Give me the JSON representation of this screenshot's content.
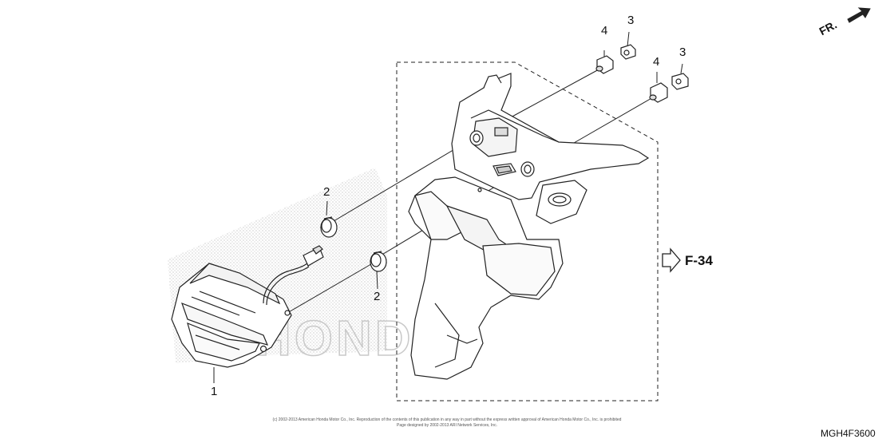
{
  "direction_label": "FR.",
  "page_ref": "F-34",
  "diagram_code": "MGH4F3600",
  "watermark": "HONDA",
  "copyright": "(c) 2002-2013 American Honda Motor Co., Inc. Reproduction of the contents of this publication in any way in part without the express written approval of American Honda Motor Co., Inc. is prohibited",
  "copyright_2": "Page designed by 2002-2013 ARI Network Services, Inc.",
  "callouts": {
    "c1": "1",
    "c2a": "2",
    "c2b": "2",
    "c3a": "3",
    "c3b": "3",
    "c4a": "4",
    "c4b": "4"
  }
}
